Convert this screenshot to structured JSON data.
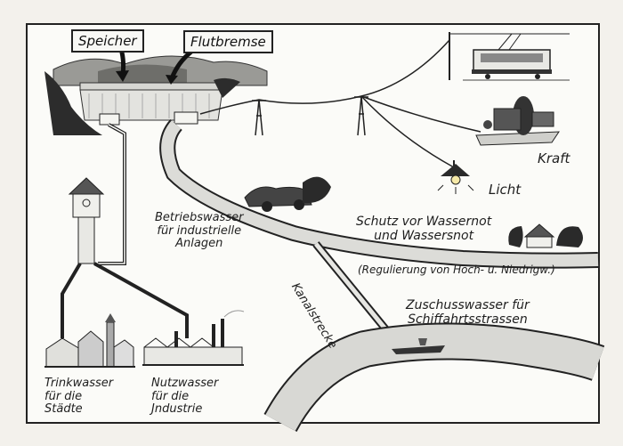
{
  "labels": {
    "speicher": "Speicher",
    "flutbremse": "Flutbremse",
    "kraft": "Kraft",
    "licht": "Licht",
    "betriebswasser": [
      "Betriebswasser",
      "für industrielle",
      "Anlagen"
    ],
    "schutz": [
      "Schutz vor Wassernot",
      "und Wassersnot"
    ],
    "regulierung": "(Regulierung von Hoch- u. Niedrigw.)",
    "kanalstrecke": "Kanalstrecke",
    "zuschuss": [
      "Zuschusswasser für",
      "Schiffahrtsstrassen"
    ],
    "trinkwasser": [
      "Trinkwasser",
      "für die",
      "Städte"
    ],
    "nutzwasser": [
      "Nutzwasser",
      "für die",
      "Jndustrie"
    ]
  },
  "icons": [
    "dam",
    "transmission-tower",
    "tram",
    "generator",
    "lamp",
    "water-tower",
    "town",
    "factory",
    "house",
    "car",
    "ship"
  ]
}
